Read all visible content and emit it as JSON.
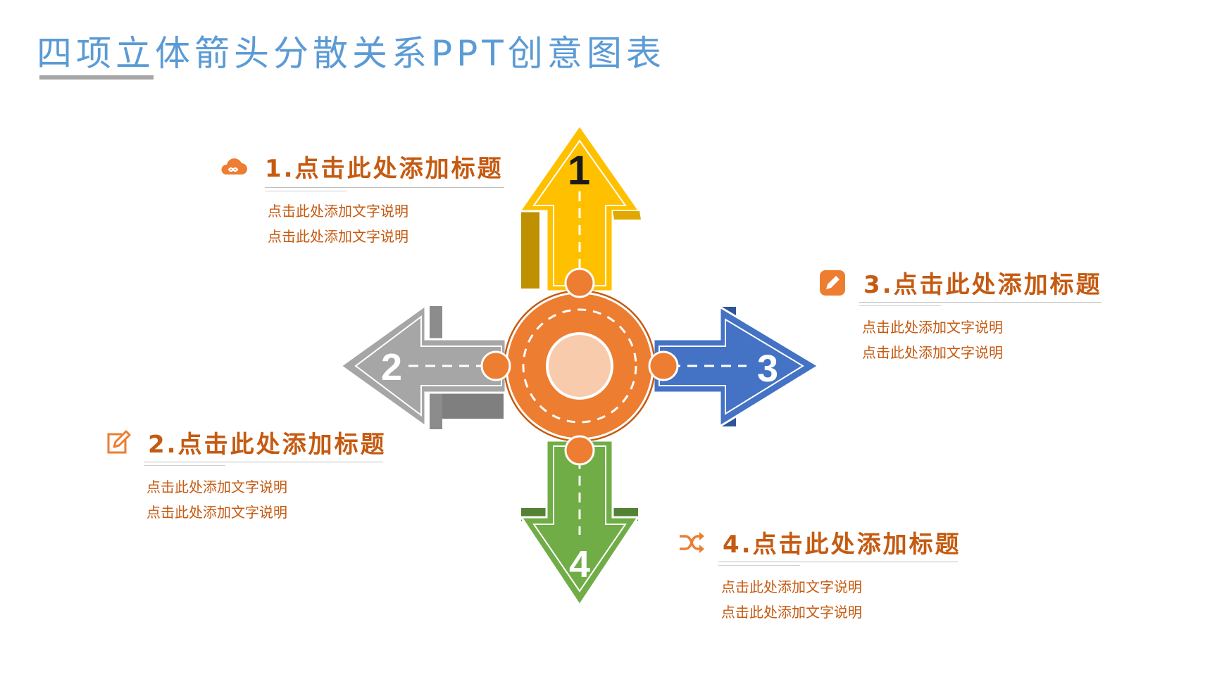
{
  "page": {
    "title": "四项立体箭头分散关系PPT创意图表"
  },
  "colors": {
    "title": "#5b9bd5",
    "heading": "#c55a11",
    "arrow1": "#ffc000",
    "arrow2": "#a6a6a6",
    "arrow3": "#4472c4",
    "arrow4": "#70ad47",
    "hub": "#ed7d31",
    "hub_center": "#f8cbad"
  },
  "arrows": [
    {
      "number": "1"
    },
    {
      "number": "2"
    },
    {
      "number": "3"
    },
    {
      "number": "4"
    }
  ],
  "items": [
    {
      "icon": "cloud-icon",
      "title": "1.点击此处添加标题",
      "lines": [
        "点击此处添加文字说明",
        "点击此处添加文字说明"
      ]
    },
    {
      "icon": "edit-icon",
      "title": "2.点击此处添加标题",
      "lines": [
        "点击此处添加文字说明",
        "点击此处添加文字说明"
      ]
    },
    {
      "icon": "pencil-icon",
      "title": "3.点击此处添加标题",
      "lines": [
        "点击此处添加文字说明",
        "点击此处添加文字说明"
      ]
    },
    {
      "icon": "shuffle-icon",
      "title": "4.点击此处添加标题",
      "lines": [
        "点击此处添加文字说明",
        "点击此处添加文字说明"
      ]
    }
  ]
}
